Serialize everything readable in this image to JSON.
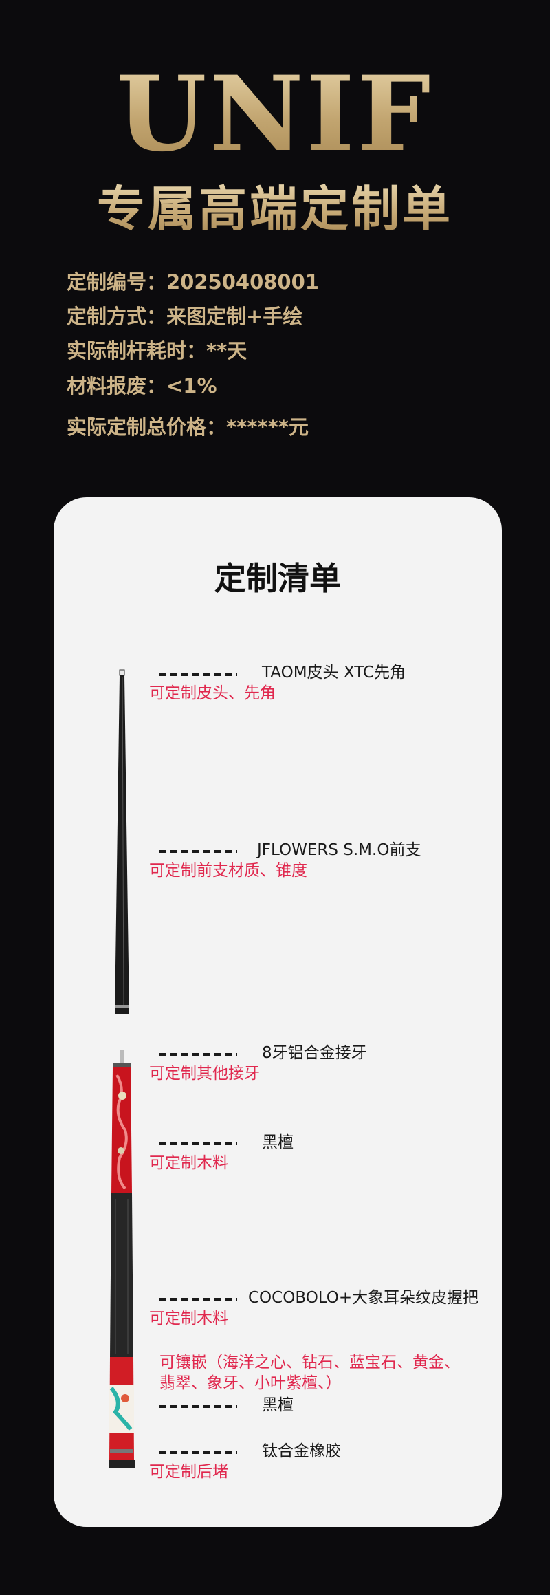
{
  "header": {
    "logo": "UNIF",
    "subtitle": "专属高端定制单",
    "info": [
      "定制编号：20250408001",
      "定制方式：来图定制+手绘",
      "实际制杆耗时：**天",
      "材料报废：<1%",
      "实际定制总价格：******元"
    ]
  },
  "card": {
    "title": "定制清单",
    "parts": [
      {
        "label": "TAOM皮头 XTC先角",
        "note": "可定制皮头、先角"
      },
      {
        "label": "JFLOWERS S.M.O前支",
        "note": "可定制前支材质、锥度"
      },
      {
        "label": "8牙铝合金接牙",
        "note": "可定制其他接牙"
      },
      {
        "label": "黑檀",
        "note": "可定制木料"
      },
      {
        "label": "COCOBOLO+大象耳朵纹皮握把",
        "note": "可定制木料"
      },
      {
        "label": "黑檀",
        "note": "可镶嵌（海洋之心、钻石、蓝宝石、黄金、翡翠、象牙、小叶紫檀、）"
      },
      {
        "label": "钛合金橡胶",
        "note": "可定制后堵"
      }
    ]
  },
  "colors": {
    "gold": "#c8ad7c",
    "accent_red": "#e0284e",
    "background": "#0c0b0d",
    "card": "#f3f3f3"
  }
}
